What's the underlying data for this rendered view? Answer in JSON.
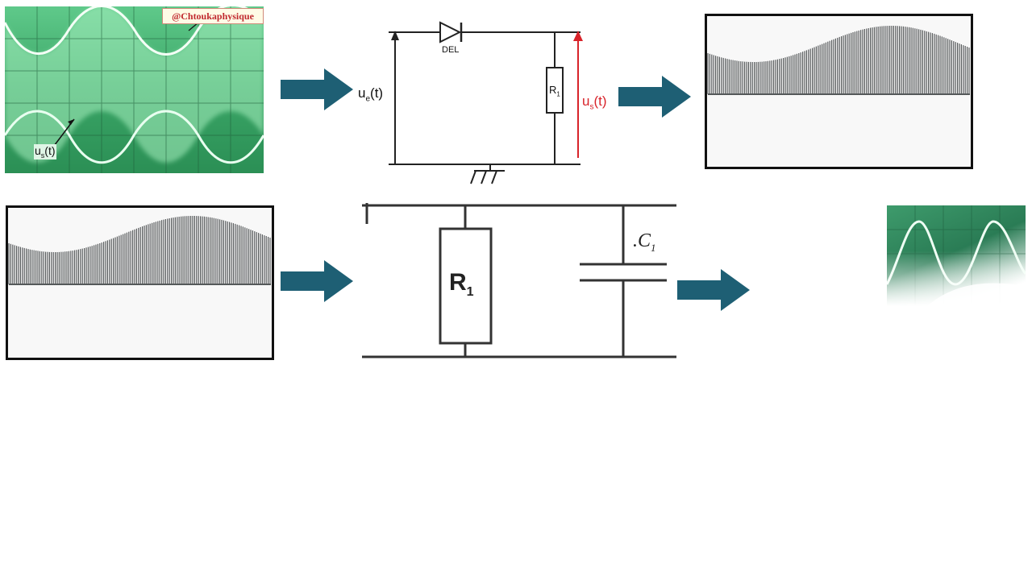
{
  "colors": {
    "arrow": "#1e5f74",
    "scope_green": "#2a9a5c",
    "red_voltage": "#d8232a",
    "wire": "#222222",
    "panel_border": "#111111",
    "dense_signal": "#55595a"
  },
  "watermark": "@Chtoukaphysique",
  "scope_top": {
    "label_main": "u",
    "label_sub": "s",
    "label_tail": "(t)"
  },
  "circuit_top": {
    "diode_label": "DEL",
    "ue_main": "u",
    "ue_sub": "e",
    "ue_tail": "(t)",
    "us_main": "u",
    "us_sub": "s",
    "us_tail": "(t)",
    "resistor_main": "R",
    "resistor_sub": "1"
  },
  "circuit_bottom": {
    "resistor_main": "R",
    "resistor_sub": "1",
    "capacitor_main": "C",
    "capacitor_sub": "1"
  },
  "icons": [
    "arrow-right-icon",
    "ground-icon"
  ]
}
